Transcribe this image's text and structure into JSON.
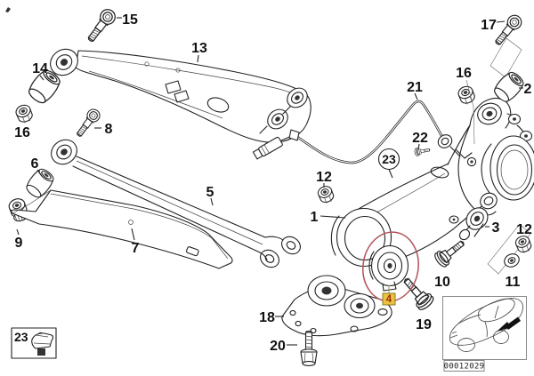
{
  "diagram": {
    "background": "#ffffff",
    "line_color": "#222222",
    "image_code": "00012029",
    "callouts": {
      "c15": "15",
      "c13": "13",
      "c14": "14",
      "c16a": "16",
      "c8": "8",
      "c6": "6",
      "c9": "9",
      "c5": "5",
      "c7": "7",
      "c1": "1",
      "c12a": "12",
      "c21": "21",
      "c22": "22",
      "c23": "23",
      "c17": "17",
      "c16b": "16",
      "c2": "2",
      "c3": "3",
      "c12b": "12",
      "c11": "11",
      "c10": "10",
      "c19": "19",
      "c18": "18",
      "c20": "20",
      "c4": "4",
      "c23box": "23"
    },
    "highlight": {
      "ellipse_color": "#b25156",
      "label_bg": "#eac33e",
      "label_border": "#8a7a28",
      "label_fg": "#992d0d",
      "leader_color": "#9a9a6a"
    }
  }
}
